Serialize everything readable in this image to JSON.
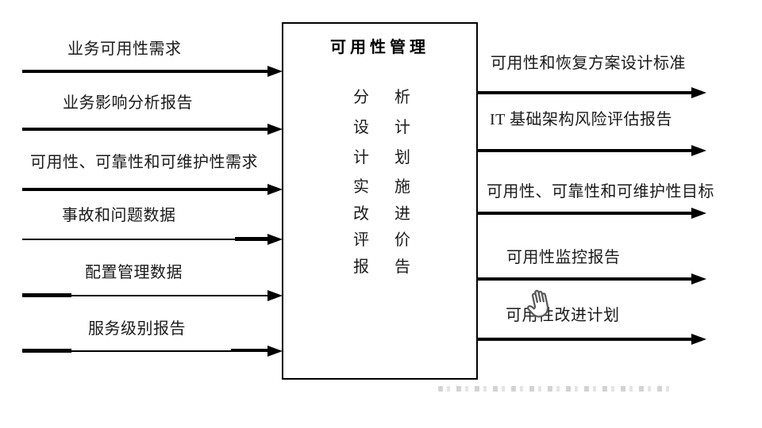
{
  "diagram": {
    "box": {
      "title": "可用性管理",
      "activities": [
        "分析",
        "设计",
        "计划",
        "实施",
        "改进",
        "评价",
        "报告"
      ]
    },
    "inputs": [
      {
        "label": "业务可用性需求"
      },
      {
        "label": "业务影响分析报告"
      },
      {
        "label": "可用性、可靠性和可维护性需求"
      },
      {
        "label": "事故和问题数据"
      },
      {
        "label": "配置管理数据"
      },
      {
        "label": "服务级别报告"
      }
    ],
    "outputs": [
      {
        "label": "可用性和恢复方案设计标准"
      },
      {
        "label": "IT 基础架构风险评估报告"
      },
      {
        "label": "可用性、可靠性和可维护性目标"
      },
      {
        "label": "可用性监控报告"
      },
      {
        "label": "可用性改进计划"
      }
    ],
    "colors": {
      "line": "#000000",
      "text": "#1a1a1a",
      "background": "#ffffff"
    }
  }
}
